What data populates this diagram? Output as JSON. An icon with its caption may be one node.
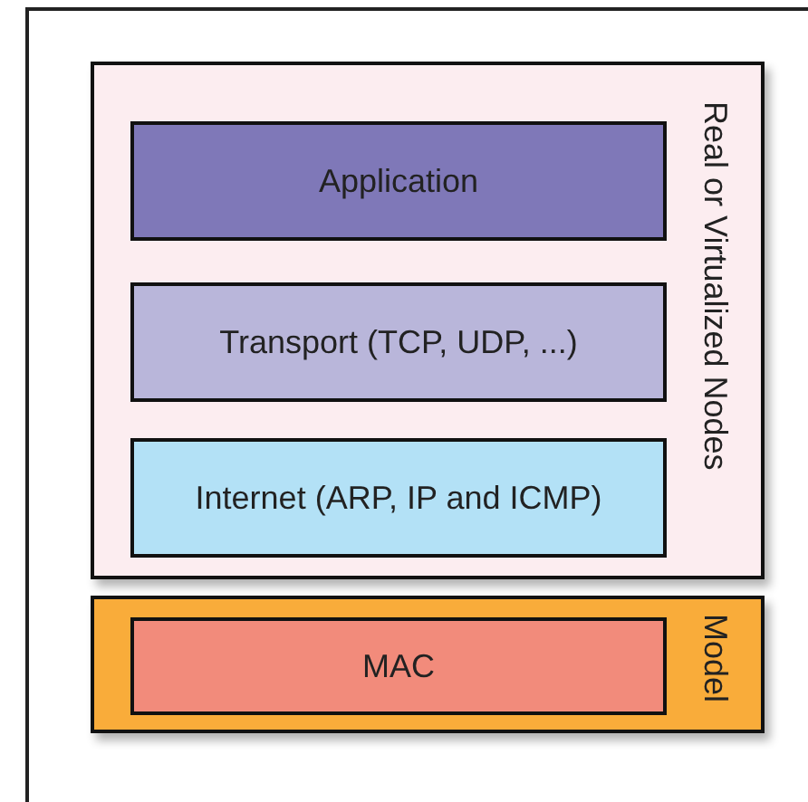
{
  "diagram": {
    "nodes": [
      {
        "text": [
          "Real or Virtualized Nodes"
        ]
      },
      {
        "text": [
          "Application"
        ],
        "in": 0
      },
      {
        "text": [
          "Transport (TCP, UDP, ...)"
        ],
        "in": 0
      },
      {
        "text": [
          "Internet (ARP, IP and ICMP)"
        ],
        "in": 0
      },
      {
        "text": [
          "Model"
        ]
      },
      {
        "text": [
          "MAC"
        ],
        "in": 4
      }
    ],
    "edges": []
  }
}
